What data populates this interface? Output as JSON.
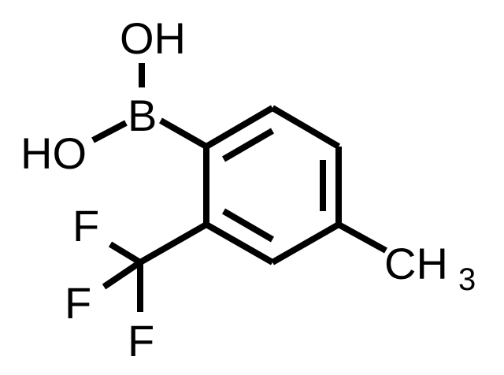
{
  "molecule": {
    "atoms": {
      "oh_top": "OH",
      "boron": "B",
      "oh_left": "HO",
      "f_top": "F",
      "f_middle": "F",
      "f_bottom": "F",
      "methyl_ch": "CH",
      "methyl_sub": "3"
    }
  },
  "colors": {
    "background": "#ffffff",
    "ink": "#000000"
  }
}
